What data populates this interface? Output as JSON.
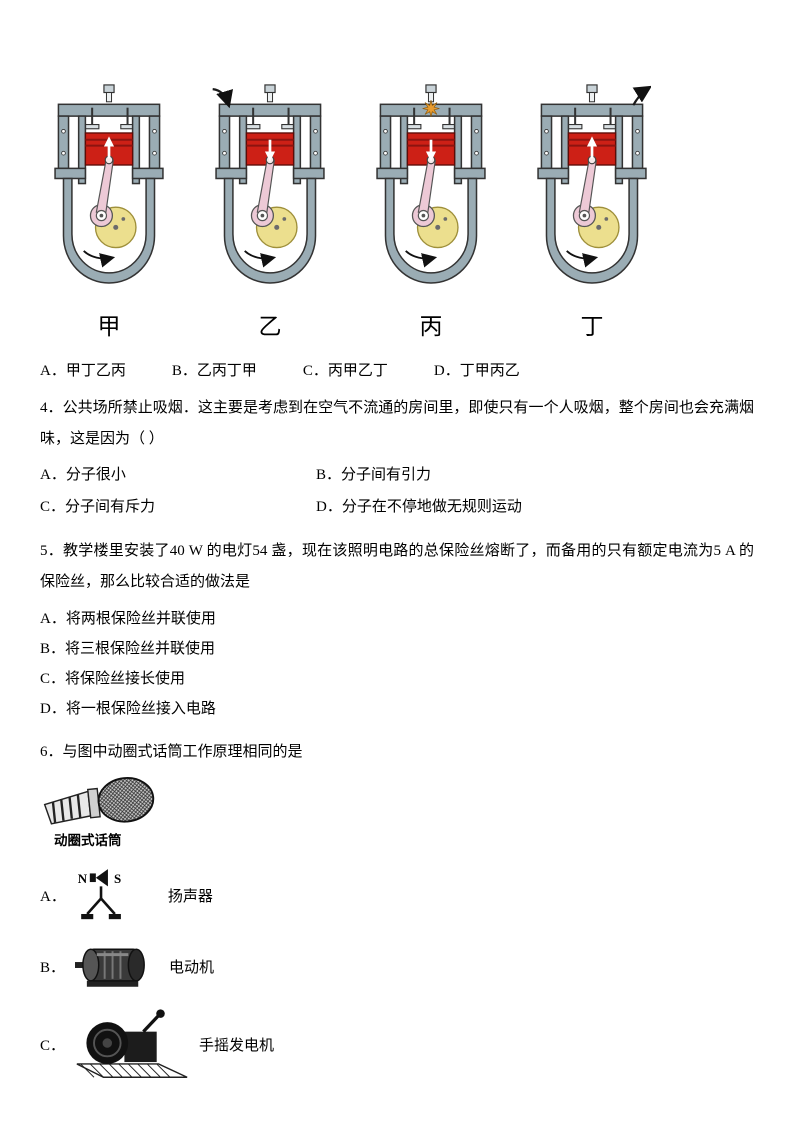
{
  "engine_question": {
    "figure_labels": [
      "甲",
      "乙",
      "丙",
      "丁"
    ],
    "options": [
      "A．甲丁乙丙",
      "B．乙丙丁甲",
      "C．丙甲乙丁",
      "D．丁甲丙乙"
    ]
  },
  "q4": {
    "stem": "4．公共场所禁止吸烟．这主要是考虑到在空气不流通的房间里，即使只有一个人吸烟，整个房间也会充满烟味，这是因为（ ）",
    "options": [
      "A．分子很小",
      "B．分子间有引力",
      "C．分子间有斥力",
      "D．分子在不停地做无规则运动"
    ]
  },
  "q5": {
    "stem": "5．教学楼里安装了40 W 的电灯54 盏，现在该照明电路的总保险丝熔断了，而备用的只有额定电流为5 A 的保险丝，那么比较合适的做法是",
    "options": [
      "A．将两根保险丝并联使用",
      "B．将三根保险丝并联使用",
      "C．将保险丝接长使用",
      "D．将一根保险丝接入电路"
    ]
  },
  "q6": {
    "stem": "6．与图中动圈式话筒工作原理相同的是",
    "mic_caption": "动圈式话筒",
    "speaker_pole_n": "N",
    "speaker_pole_s": "S",
    "options": [
      {
        "key": "A．",
        "label": "扬声器"
      },
      {
        "key": "B．",
        "label": "电动机"
      },
      {
        "key": "C．",
        "label": "手摇发电机"
      }
    ]
  }
}
